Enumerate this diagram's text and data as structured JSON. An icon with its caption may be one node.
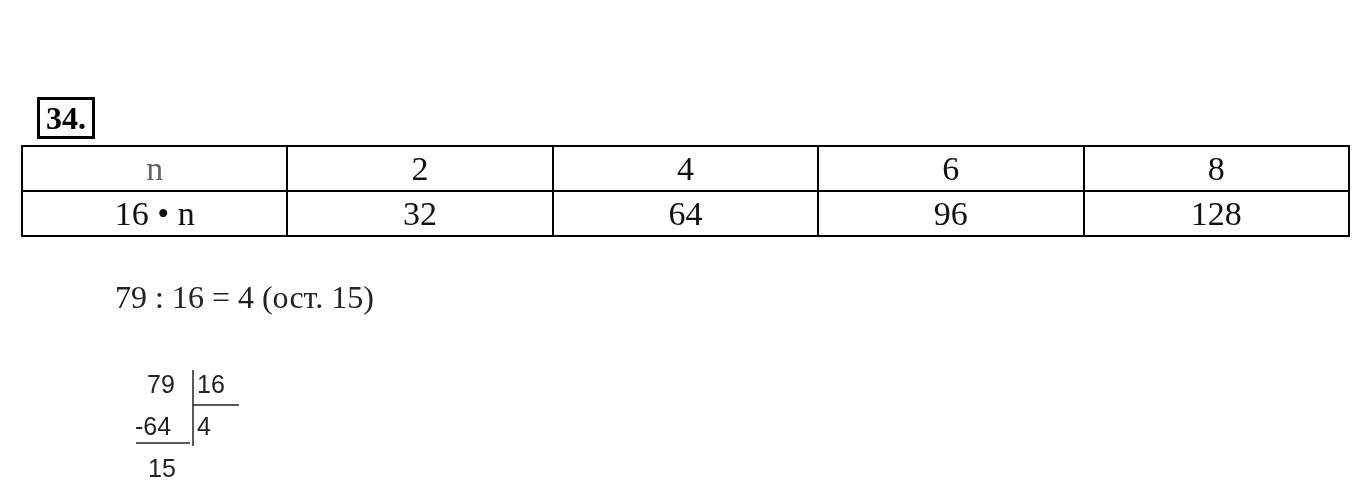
{
  "diagram": {
    "nodes": [
      {
        "text": [
          "34."
        ]
      }
    ],
    "labels": [
      "n",
      "2",
      "4",
      "6",
      "8",
      "16 • n",
      "32",
      "64",
      "96",
      "128",
      "79 : 16 = 4 (ост. 15)",
      "79",
      "16",
      "-64",
      "4",
      "15"
    ]
  }
}
